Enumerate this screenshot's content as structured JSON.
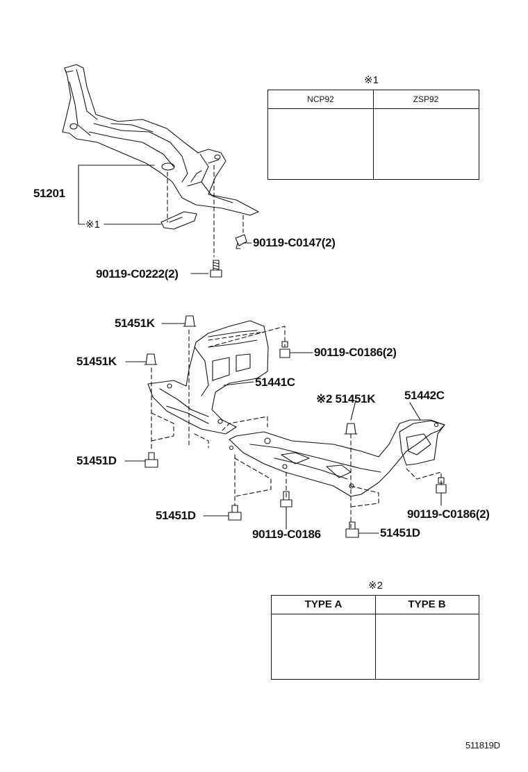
{
  "callouts": {
    "note1_symbol": "※1",
    "note2_symbol": "※2"
  },
  "upper_group": {
    "part_51201": "51201",
    "note1_ref": "※1",
    "bolt_c0147": "90119-C0147(2)",
    "bolt_c0222": "90119-C0222(2)"
  },
  "lower_group": {
    "clip_k_top": "51451K",
    "clip_k_left": "51451K",
    "bolt_c0186_top": "90119-C0186(2)",
    "cover_51441c": "51441C",
    "clip_k_note2": "※2 51451K",
    "cover_51442c": "51442C",
    "bolt_d_left": "51451D",
    "bolt_d_bottom": "51451D",
    "bolt_c0186_right": "90119-C0186(2)",
    "bolt_c0186_center": "90119-C0186",
    "bolt_d_right": "51451D"
  },
  "table1": {
    "title": "※1",
    "col1": "NCP92",
    "col2": "ZSP92"
  },
  "table2": {
    "title": "※2",
    "col1": "TYPE A",
    "col2": "TYPE B"
  },
  "illustration_code": "511819D"
}
